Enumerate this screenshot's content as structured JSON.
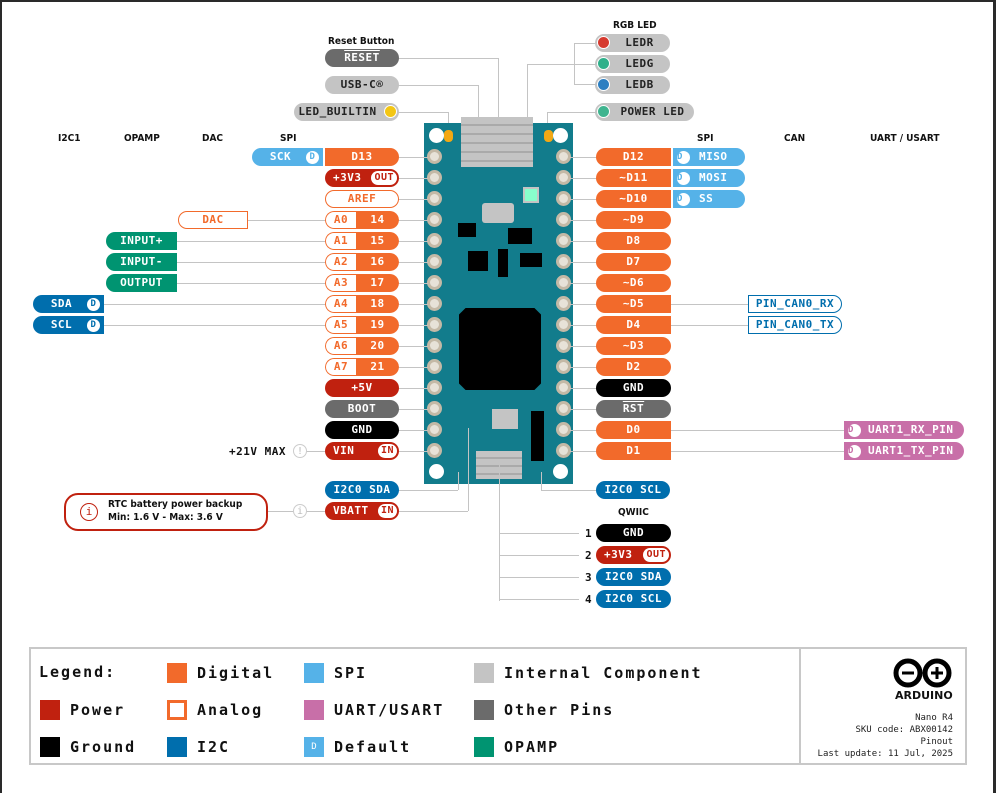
{
  "column_headers": {
    "left": [
      "I2C1",
      "OPAMP",
      "DAC",
      "SPI"
    ],
    "right": [
      "SPI",
      "CAN",
      "UART / USART"
    ]
  },
  "top_labels": {
    "reset_title": "Reset Button",
    "reset": "RESET",
    "usbc": "USB-C®",
    "led_builtin": "LED_BUILTIN",
    "rgb_title": "RGB LED",
    "ledr": "LEDR",
    "ledg": "LEDG",
    "ledb": "LEDB",
    "power_led": "POWER LED"
  },
  "left_pins": [
    {
      "pin": "D13",
      "type": "digital",
      "spi": "SCK",
      "spi_default": "D"
    },
    {
      "pin": "+3V3",
      "type": "power",
      "badge": "OUT"
    },
    {
      "pin": "AREF",
      "type": "analog-out"
    },
    {
      "analog": "A0",
      "digital": "14",
      "dac": "DAC"
    },
    {
      "analog": "A1",
      "digital": "15",
      "opamp": "INPUT+"
    },
    {
      "analog": "A2",
      "digital": "16",
      "opamp": "INPUT-"
    },
    {
      "analog": "A3",
      "digital": "17",
      "opamp": "OUTPUT"
    },
    {
      "analog": "A4",
      "digital": "18",
      "i2c1": "SDA",
      "i2c_default": "D"
    },
    {
      "analog": "A5",
      "digital": "19",
      "i2c1": "SCL",
      "i2c_default": "D"
    },
    {
      "analog": "A6",
      "digital": "20"
    },
    {
      "analog": "A7",
      "digital": "21"
    },
    {
      "pin": "+5V",
      "type": "power"
    },
    {
      "pin": "BOOT",
      "type": "other"
    },
    {
      "pin": "GND",
      "type": "ground"
    },
    {
      "pin": "VIN",
      "type": "power",
      "badge": "IN",
      "note": "+21V MAX"
    }
  ],
  "right_pins": [
    {
      "pin": "D12",
      "spi": "MISO",
      "spi_default": "D"
    },
    {
      "pin": "~D11",
      "spi": "MOSI",
      "spi_default": "D"
    },
    {
      "pin": "~D10",
      "spi": "SS",
      "spi_default": "D"
    },
    {
      "pin": "~D9"
    },
    {
      "pin": "D8"
    },
    {
      "pin": "D7"
    },
    {
      "pin": "~D6"
    },
    {
      "pin": "~D5",
      "can": "PIN_CAN0_RX"
    },
    {
      "pin": "D4",
      "can": "PIN_CAN0_TX"
    },
    {
      "pin": "~D3"
    },
    {
      "pin": "D2"
    },
    {
      "pin": "GND",
      "type": "ground"
    },
    {
      "pin": "RST",
      "type": "other"
    },
    {
      "pin": "D0",
      "uart": "UART1_RX_PIN",
      "uart_default": "D"
    },
    {
      "pin": "D1",
      "uart": "UART1_TX_PIN",
      "uart_default": "D"
    }
  ],
  "bottom": {
    "i2c0_sda": "I2C0 SDA",
    "vbatt": "VBATT",
    "vbatt_badge": "IN",
    "i2c0_scl": "I2C0 SCL",
    "rtc_note_line1": "RTC battery power backup",
    "rtc_note_line2": "Min: 1.6 V - Max: 3.6 V",
    "info_glyph": "i",
    "warn_glyph": "!"
  },
  "qwiic": {
    "title": "QWIIC",
    "pins": [
      {
        "num": "1",
        "label": "GND",
        "type": "ground"
      },
      {
        "num": "2",
        "label": "+3V3",
        "type": "power",
        "badge": "OUT"
      },
      {
        "num": "3",
        "label": "I2C0 SDA",
        "type": "i2c"
      },
      {
        "num": "4",
        "label": "I2C0 SCL",
        "type": "i2c"
      }
    ]
  },
  "legend": {
    "title": "Legend:",
    "items": [
      {
        "label": "Digital",
        "color": "#f26a2b"
      },
      {
        "label": "SPI",
        "color": "#55b2e8"
      },
      {
        "label": "Internal Component",
        "color": "#c4c4c4"
      },
      {
        "label": "Power",
        "color": "#c0210f"
      },
      {
        "label": "Analog",
        "color": "#f26a2b"
      },
      {
        "label": "UART/USART",
        "color": "#c86fa8"
      },
      {
        "label": "Other Pins",
        "color": "#6b6b6b"
      },
      {
        "label": "Ground",
        "color": "#000000"
      },
      {
        "label": "I2C",
        "color": "#006ead"
      },
      {
        "label": "Default",
        "color": "#55b2e8",
        "glyph": "D"
      },
      {
        "label": "OPAMP",
        "color": "#009471"
      }
    ]
  },
  "meta": {
    "brand": "ARDUINO",
    "product": "Nano R4",
    "sku": "SKU code: ABX00142",
    "doc_type": "Pinout",
    "last_update": "Last update: 11 Jul, 2025"
  },
  "colors": {
    "digital": "#f26a2b",
    "power": "#c0210f",
    "ground": "#000000",
    "other": "#6b6b6b",
    "internal": "#c4c4c4",
    "spi": "#55b2e8",
    "i2c": "#006ead",
    "uart": "#c86fa8",
    "opamp": "#009471",
    "board": "#127c8c",
    "led_red": "#d63a2f",
    "led_green": "#2fb08a",
    "led_blue": "#2d7fc1",
    "led_yellow": "#f3c614"
  }
}
